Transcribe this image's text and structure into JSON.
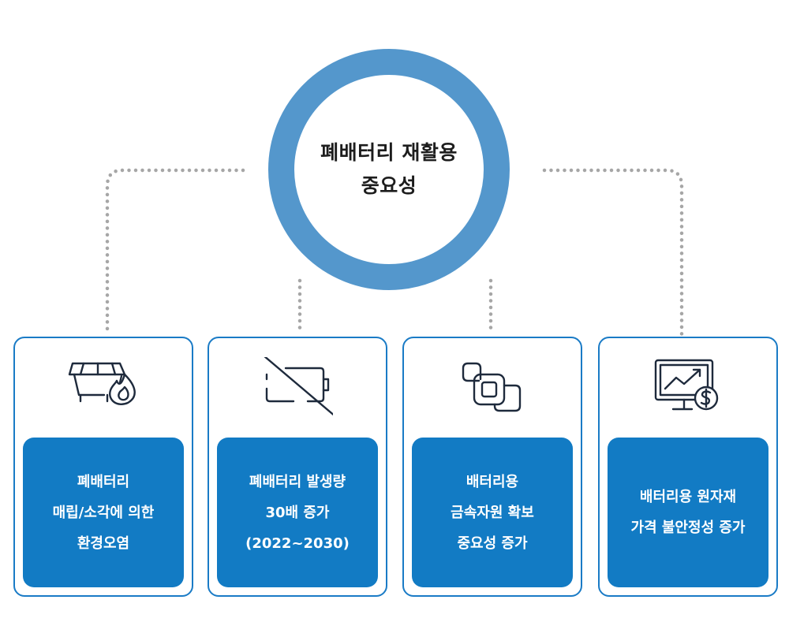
{
  "center": {
    "line1": "폐배터리 재활용",
    "line2": "중요성"
  },
  "colors": {
    "ring": "#5497cc",
    "card_border": "#1a7bc6",
    "label_fill": "#127bc4",
    "connector_dots": "#a6a6a6",
    "icon_stroke": "#1e2a3c"
  },
  "cards": [
    {
      "icon": "dumpster-fire-icon",
      "lines": [
        "폐배터리",
        "매립/소각에 의한",
        "환경오염"
      ]
    },
    {
      "icon": "battery-slash-icon",
      "lines": [
        "폐배터리 발생량",
        "30배 증가",
        "(2022~2030)"
      ]
    },
    {
      "icon": "overlapping-squares-icon",
      "lines": [
        "배터리용",
        "금속자원 확보",
        "중요성 증가"
      ]
    },
    {
      "icon": "monitor-chart-dollar-icon",
      "lines": [
        "배터리용 원자재",
        "가격 불안정성 증가"
      ]
    }
  ]
}
